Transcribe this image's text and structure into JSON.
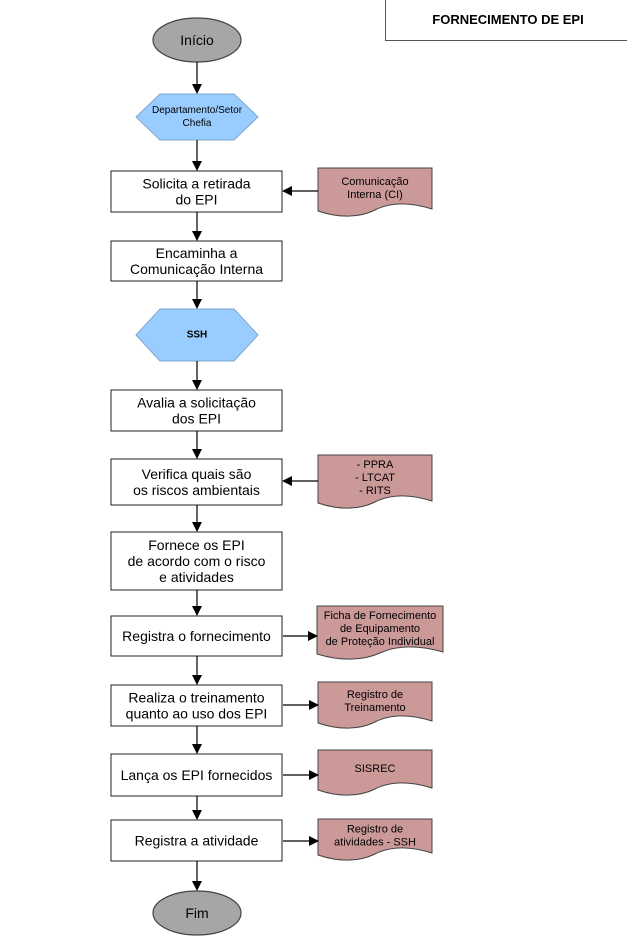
{
  "title": "FORNECIMENTO DE EPI",
  "nodes": {
    "start": {
      "lines": [
        "Início"
      ]
    },
    "dept": {
      "lines": [
        "Departamento/Setor",
        "Chefia"
      ]
    },
    "p1": {
      "lines": [
        "Solicita a retirada",
        "do EPI"
      ]
    },
    "d1": {
      "lines": [
        "Comunicação",
        "Interna (CI)"
      ]
    },
    "p2": {
      "lines": [
        "Encaminha a",
        "Comunicação Interna"
      ]
    },
    "ssh": {
      "lines": [
        "SSH"
      ]
    },
    "p3": {
      "lines": [
        "Avalia a solicitação",
        "dos EPI"
      ]
    },
    "p4": {
      "lines": [
        "Verifica quais são",
        "os riscos ambientais"
      ]
    },
    "d2": {
      "lines": [
        "- PPRA",
        "- LTCAT",
        "- RITS"
      ]
    },
    "p5": {
      "lines": [
        "Fornece os EPI",
        "de acordo com o risco",
        "e atividades"
      ]
    },
    "p6": {
      "lines": [
        "Registra o fornecimento"
      ]
    },
    "d3": {
      "lines": [
        "Ficha de Fornecimento",
        "de Equipamento",
        "de Proteção Individual"
      ]
    },
    "p7": {
      "lines": [
        "Realiza o treinamento",
        "quanto ao uso dos EPI"
      ]
    },
    "d4": {
      "lines": [
        "Registro de",
        "Treinamento"
      ]
    },
    "p8": {
      "lines": [
        "Lança os EPI fornecidos"
      ]
    },
    "d5": {
      "lines": [
        "SISREC"
      ]
    },
    "p9": {
      "lines": [
        "Registra a atividade"
      ]
    },
    "d6": {
      "lines": [
        "Registro de",
        "atividades - SSH"
      ]
    },
    "end": {
      "lines": [
        "Fim"
      ]
    }
  },
  "colors": {
    "terminal_fill": "#a6a6a6",
    "hexagon_fill": "#99ccff",
    "document_fill": "#cc9999",
    "process_fill": "#ffffff",
    "stroke": "#000000"
  }
}
